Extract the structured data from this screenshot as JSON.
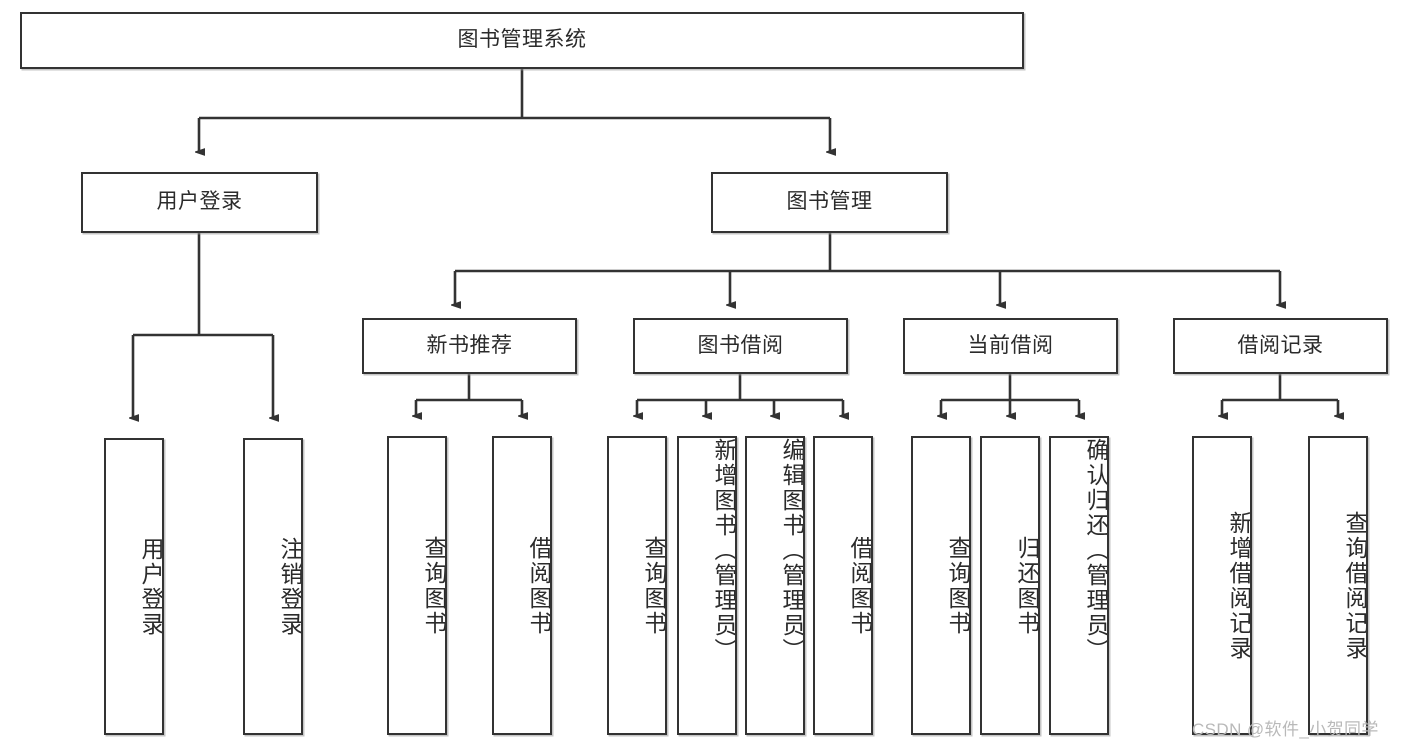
{
  "diagram": {
    "title": "图书管理系统",
    "type": "hierarchy-tree",
    "colors": {
      "box_border": "#333333",
      "box_fill": "#ffffff",
      "connector": "#333333",
      "text": "#2b2b2b",
      "watermark": "#b9b9b9",
      "background": "#ffffff"
    },
    "root": {
      "id": "root",
      "label": "图书管理系统"
    },
    "level2": [
      {
        "id": "user-login",
        "label": "用户登录"
      },
      {
        "id": "book-manage",
        "label": "图书管理"
      }
    ],
    "level3": [
      {
        "id": "new-book-recommend",
        "label": "新书推荐"
      },
      {
        "id": "book-borrow",
        "label": "图书借阅"
      },
      {
        "id": "current-borrow",
        "label": "当前借阅"
      },
      {
        "id": "borrow-record",
        "label": "借阅记录"
      }
    ],
    "leaves": {
      "user_login": [
        {
          "id": "leaf-user-login",
          "label": "用户登录"
        },
        {
          "id": "leaf-logout-login",
          "label": "注销登录"
        }
      ],
      "new_book_recommend": [
        {
          "id": "leaf-query-book-1",
          "label": "查询图书"
        },
        {
          "id": "leaf-borrow-book-1",
          "label": "借阅图书"
        }
      ],
      "book_borrow": [
        {
          "id": "leaf-query-book-2",
          "label": "查询图书"
        },
        {
          "id": "leaf-add-book",
          "label": "新增图书（管理员）"
        },
        {
          "id": "leaf-edit-book",
          "label": "编辑图书（管理员）"
        },
        {
          "id": "leaf-borrow-book-2",
          "label": "借阅图书"
        }
      ],
      "current_borrow": [
        {
          "id": "leaf-query-book-3",
          "label": "查询图书"
        },
        {
          "id": "leaf-return-book",
          "label": "归还图书"
        },
        {
          "id": "leaf-confirm-return",
          "label": "确认归还（管理员）"
        }
      ],
      "borrow_record": [
        {
          "id": "leaf-add-record",
          "label": "新增借阅记录"
        },
        {
          "id": "leaf-query-record",
          "label": "查询借阅记录"
        }
      ]
    },
    "watermark": "CSDN @软件_小贺同学"
  }
}
